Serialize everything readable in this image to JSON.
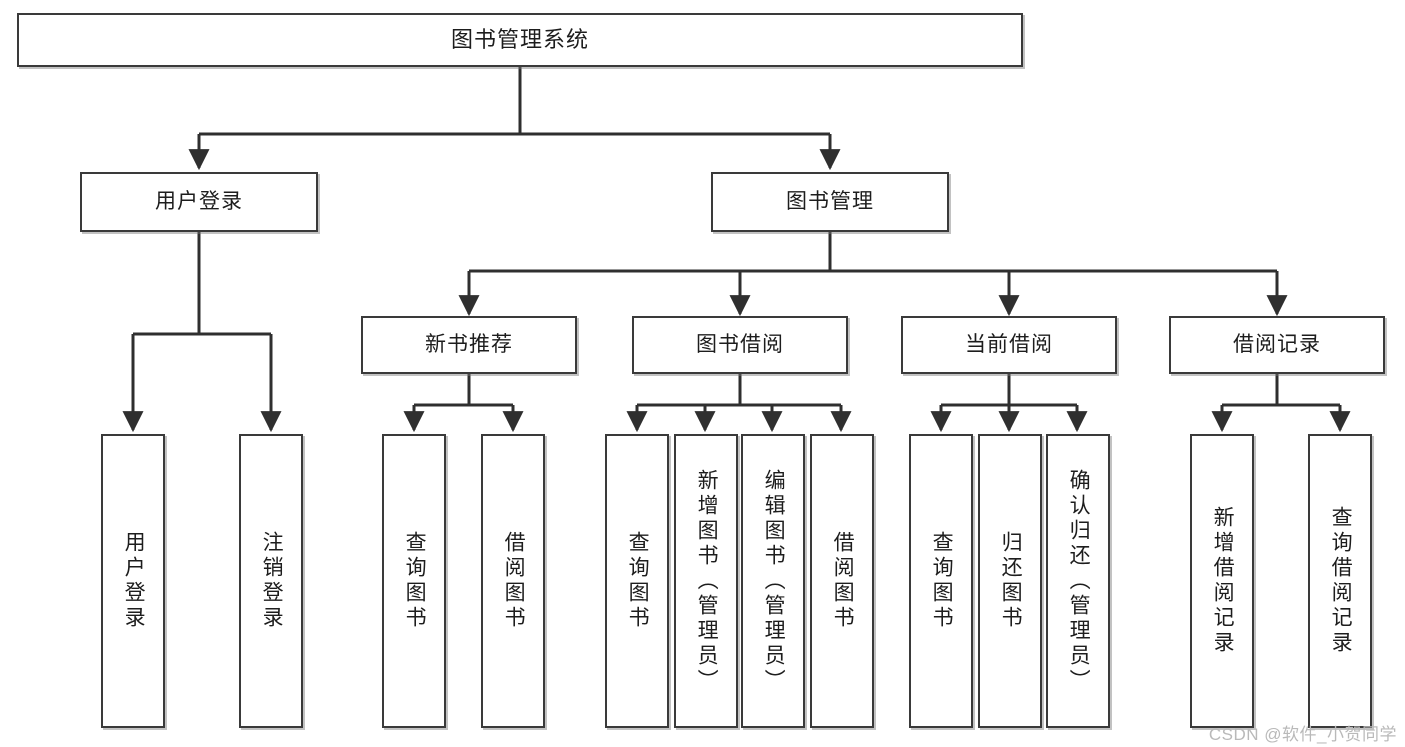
{
  "diagram": {
    "title_node": {
      "label": "图书管理系统"
    },
    "level2": [
      {
        "id": "user-login",
        "label": "用户登录"
      },
      {
        "id": "book-management",
        "label": "图书管理"
      }
    ],
    "level3": [
      {
        "id": "new-book-recommend",
        "label": "新书推荐"
      },
      {
        "id": "book-borrow",
        "label": "图书借阅"
      },
      {
        "id": "current-borrow",
        "label": "当前借阅"
      },
      {
        "id": "borrow-record",
        "label": "借阅记录"
      }
    ],
    "leaves": [
      {
        "id": "leaf-user-login",
        "label": "用户登录",
        "parent": "user-login"
      },
      {
        "id": "leaf-logout-login",
        "label": "注销登录",
        "parent": "user-login"
      },
      {
        "id": "leaf-query-book-1",
        "label": "查询图书",
        "parent": "new-book-recommend"
      },
      {
        "id": "leaf-borrow-book-1",
        "label": "借阅图书",
        "parent": "new-book-recommend"
      },
      {
        "id": "leaf-query-book-2",
        "label": "查询图书",
        "parent": "book-borrow"
      },
      {
        "id": "leaf-add-book",
        "label": "新增图书（管理员）",
        "parent": "book-borrow"
      },
      {
        "id": "leaf-edit-book",
        "label": "编辑图书（管理员）",
        "parent": "book-borrow"
      },
      {
        "id": "leaf-borrow-book-2",
        "label": "借阅图书",
        "parent": "book-borrow"
      },
      {
        "id": "leaf-query-book-3",
        "label": "查询图书",
        "parent": "current-borrow"
      },
      {
        "id": "leaf-return-book",
        "label": "归还图书",
        "parent": "current-borrow"
      },
      {
        "id": "leaf-confirm-return",
        "label": "确认归还（管理员）",
        "parent": "current-borrow"
      },
      {
        "id": "leaf-add-record",
        "label": "新增借阅记录",
        "parent": "borrow-record"
      },
      {
        "id": "leaf-query-record",
        "label": "查询借阅记录",
        "parent": "borrow-record"
      }
    ],
    "watermark": "CSDN @软件_小贺同学",
    "colors": {
      "background": "#ffffff",
      "box_border": "#3a3a3a",
      "box_fill": "#ffffff",
      "text": "#1d1d1d",
      "connector": "#2f2f2f",
      "watermark": "#b9b9b9"
    }
  }
}
